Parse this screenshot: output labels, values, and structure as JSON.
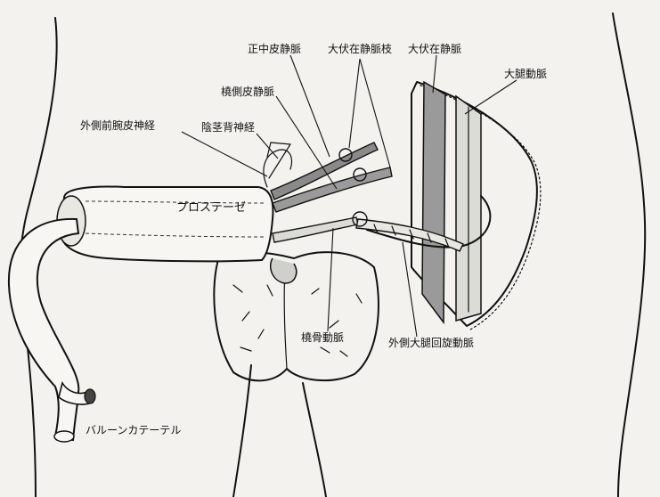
{
  "labels": {
    "median_cutaneous_vein": "正中皮静脈",
    "gsv_branch": "大伏在静脈枝",
    "gsv": "大伏在静脈",
    "femoral_artery": "大腿動脈",
    "cephalic_vein": "橈側皮静脈",
    "lat_antebrachial_nerve": "外側前腕皮神経",
    "dorsal_penile_nerve": "陰茎背神経",
    "prosthesis": "プロステーゼ",
    "radial_artery": "橈骨動脈",
    "lat_circumflex_femoral_artery": "外側大腿回旋動脈",
    "balloon_catheter": "バルーンカテーテル"
  }
}
